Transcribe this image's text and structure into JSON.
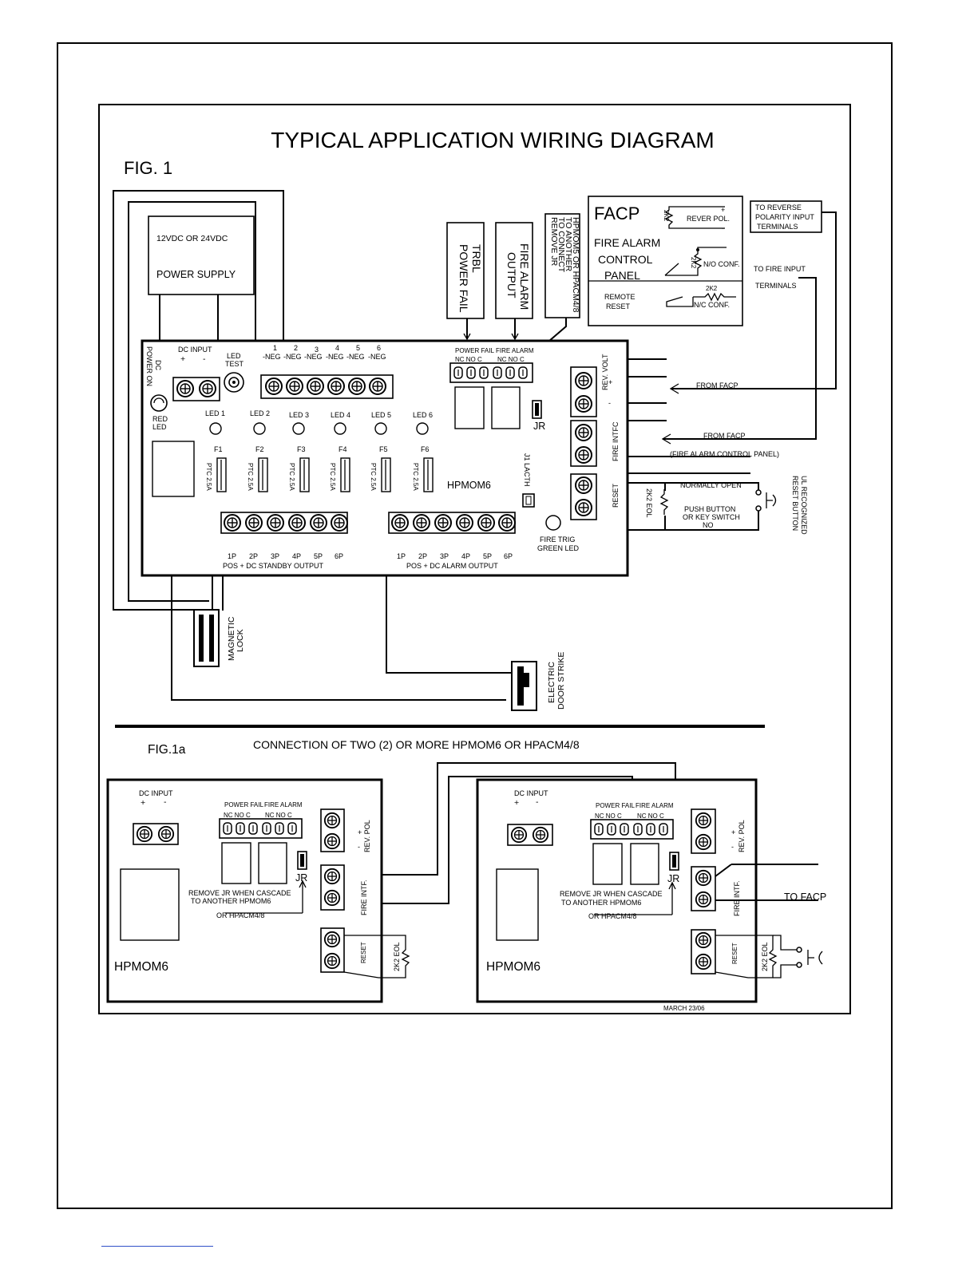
{
  "title": "TYPICAL  APPLICATION WIRING DIAGRAM",
  "fig1": {
    "label": "FIG. 1",
    "power_supply": {
      "voltage": "12VDC OR 24VDC",
      "label": "POWER SUPPLY"
    },
    "boxes": {
      "power_fail": [
        "POWER FAIL",
        "TRBL"
      ],
      "fire_alarm": [
        "OUTPUT",
        "FIRE ALARM"
      ],
      "remove_jr": [
        "REMOVE JR",
        "TO CONNECT",
        "TO ANOTHER",
        "HPMOM5 OR HPACM4/8"
      ]
    },
    "facp": {
      "title": "FACP",
      "line1": "FIRE ALARM",
      "line2": "CONTROL",
      "line3": "PANEL",
      "remote_reset": [
        "REMOTE",
        "RESET"
      ],
      "rever_pol": "REVER POL.",
      "no_conf": "N/O CONF.",
      "nc_conf": "N/C CONF.",
      "res_2k2": "2K2",
      "plus": "+",
      "minus": "-"
    },
    "notes": {
      "reverse_polarity": [
        "TO REVERSE",
        "POLARITY INPUT",
        "TERMINALS"
      ],
      "fire_input": "TO FIRE INPUT",
      "terminals": "TERMINALS",
      "from_facp": "FROM FACP",
      "fire_alarm_control_panel": "(FIRE ALARM CONTROL PANEL)",
      "normally_open": "NORMALLY OPEN",
      "push_button": [
        "PUSH BUTTON",
        "OR KEY SWITCH",
        "NO"
      ],
      "ul_reset": [
        "UL RECOGNIZED",
        "RESET BUTTON"
      ]
    },
    "board": {
      "model": "HPMOM6",
      "dc_power_on": [
        "DC",
        "POWER ON"
      ],
      "red_led": [
        "RED",
        "LED"
      ],
      "dc_input": "DC INPUT",
      "plus": "+",
      "minus": "-",
      "led_test": [
        "LED",
        "TEST"
      ],
      "neg_numbers": [
        "1",
        "2",
        "3",
        "4",
        "5",
        "6"
      ],
      "neg_label": "-NEG",
      "leds": [
        "LED 1",
        "LED 2",
        "LED 3",
        "LED 4",
        "LED 5",
        "LED 6"
      ],
      "fuses": [
        "F1",
        "F2",
        "F3",
        "F4",
        "F5",
        "F6"
      ],
      "ptc": "PTC 2.5A",
      "power_fail": "POWER FAIL",
      "fire_alarm": "FIRE ALARM",
      "nc_no_c": "NC  NO  C",
      "jr": "JR",
      "j1": "J1 LACTH",
      "rev_volt": "REV. VOLT",
      "fire_intfc": "FIRE INTFC",
      "reset": "RESET",
      "eol": "2K2  EOL",
      "fire_trig": [
        "FIRE TRIG",
        "GREEN LED"
      ],
      "outputs": [
        "1P",
        "2P",
        "3P",
        "4P",
        "5P",
        "6P"
      ],
      "standby_output": "POS + DC STANDBY OUTPUT",
      "alarm_output": "POS + DC ALARM OUTPUT"
    },
    "magnetic_lock": [
      "MAGNETIC",
      "LOCK"
    ],
    "door_strike": [
      "ELECTRIC",
      "DOOR STRIKE"
    ]
  },
  "fig1a": {
    "label": "FIG.1a",
    "caption": "CONNECTION OF TWO (2) OR MORE  HPMOM6  OR HPACM4/8",
    "dc_input": "DC INPUT",
    "plus": "+",
    "minus": "-",
    "power_fail": "POWER FAIL",
    "fire_alarm": "FIRE ALARM",
    "nc_no_c": "NC  NO  C",
    "rev_pol": "REV. POL",
    "fire_intf": "FIRE INTF.",
    "reset": "RESET",
    "eol": "2K2  EOL",
    "jr": "JR",
    "remove_jr": [
      "REMOVE JR WHEN CASCADE",
      "TO ANOTHER HPMOM6",
      "OR HPACM4/8"
    ],
    "model": "HPMOM6",
    "to_facp": "TO FACP",
    "date": "MARCH 23/06"
  }
}
